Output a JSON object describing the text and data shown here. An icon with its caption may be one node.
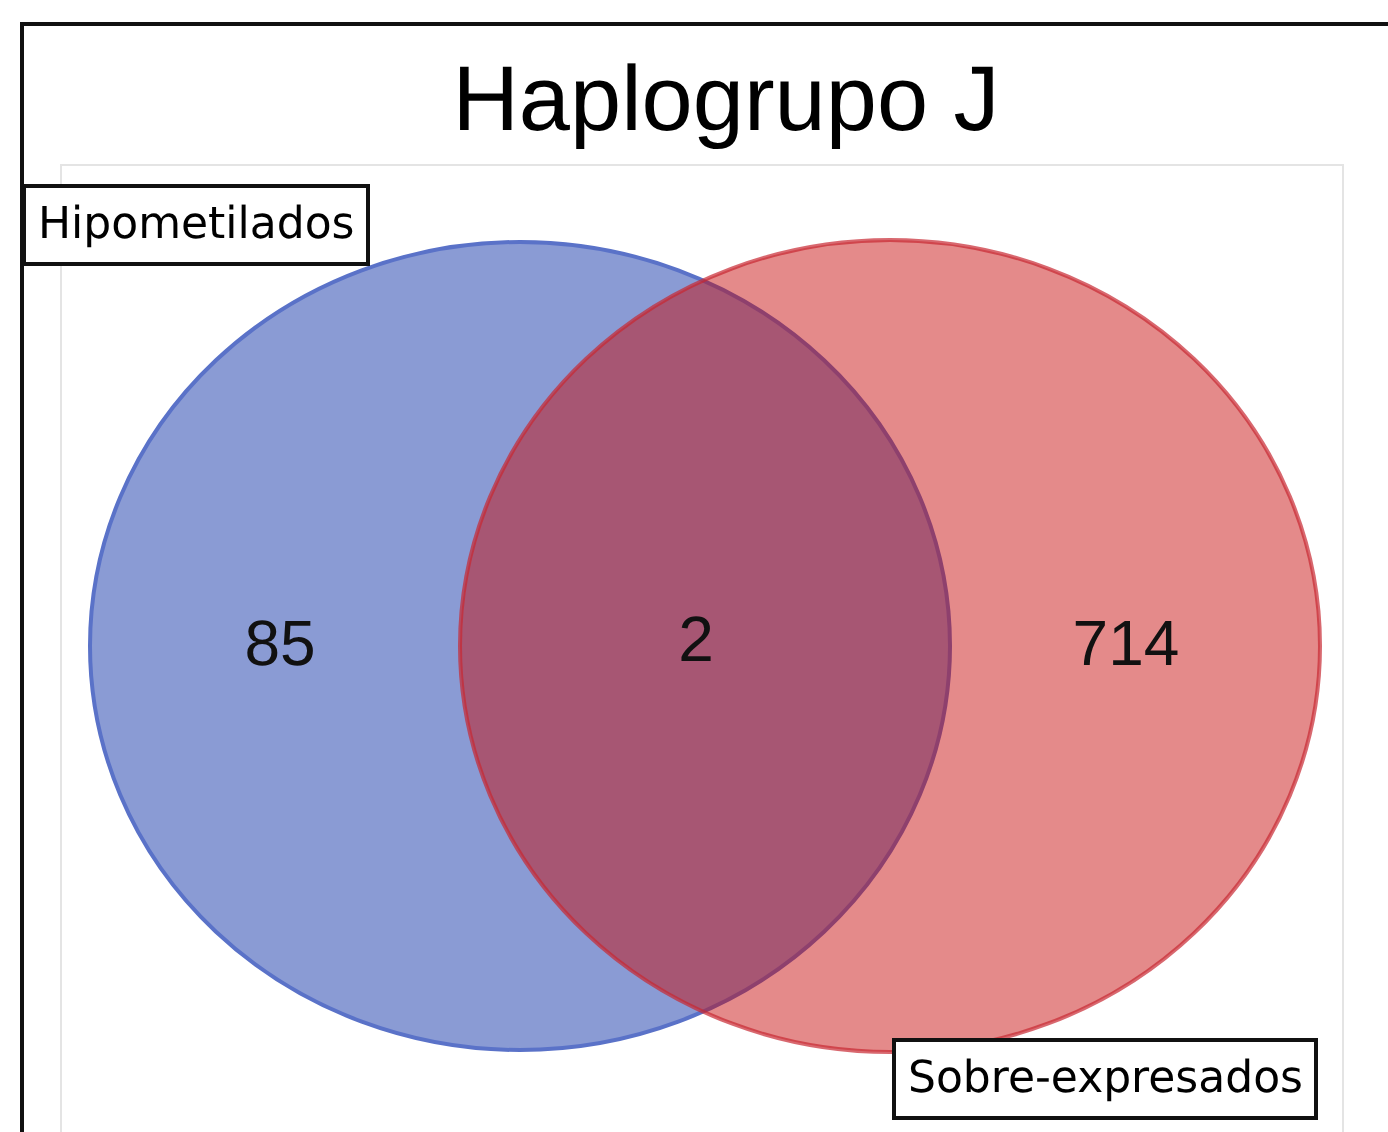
{
  "diagram": {
    "title": "Haplogrupo J",
    "nodes": [
      {
        "text": [
          "Hipometilados"
        ]
      },
      {
        "text": [
          "Sobre-expresados"
        ]
      }
    ],
    "edges": [],
    "labels": [
      "85",
      "2",
      "714"
    ]
  }
}
